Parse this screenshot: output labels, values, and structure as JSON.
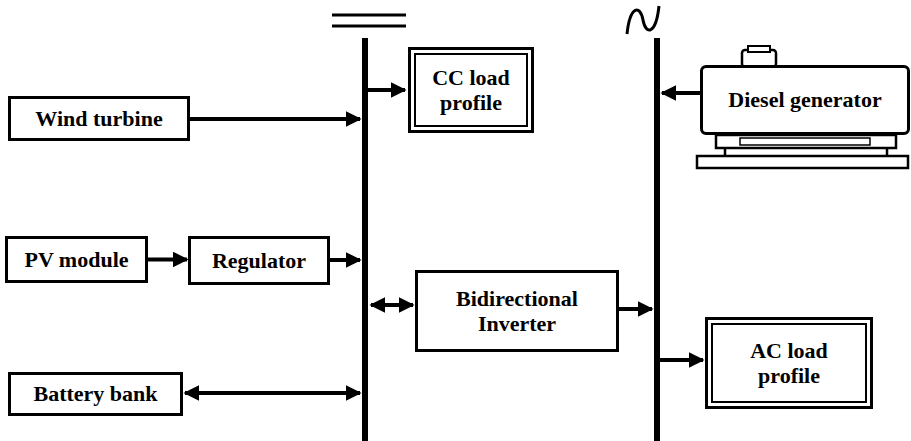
{
  "diagram": {
    "nodes": [
      {
        "text": [
          "Wind turbine"
        ]
      },
      {
        "text": [
          "CC load profile"
        ]
      },
      {
        "text": [
          "Diesel generator"
        ]
      },
      {
        "text": [
          "PV module"
        ]
      },
      {
        "text": [
          "Regulator"
        ]
      },
      {
        "text": [
          "Bidirectional Inverter"
        ]
      },
      {
        "text": [
          "AC load profile"
        ]
      },
      {
        "text": [
          "Battery bank"
        ]
      }
    ],
    "edges": [
      {
        "from": 3,
        "to": 4,
        "arrow": "to"
      }
    ]
  }
}
